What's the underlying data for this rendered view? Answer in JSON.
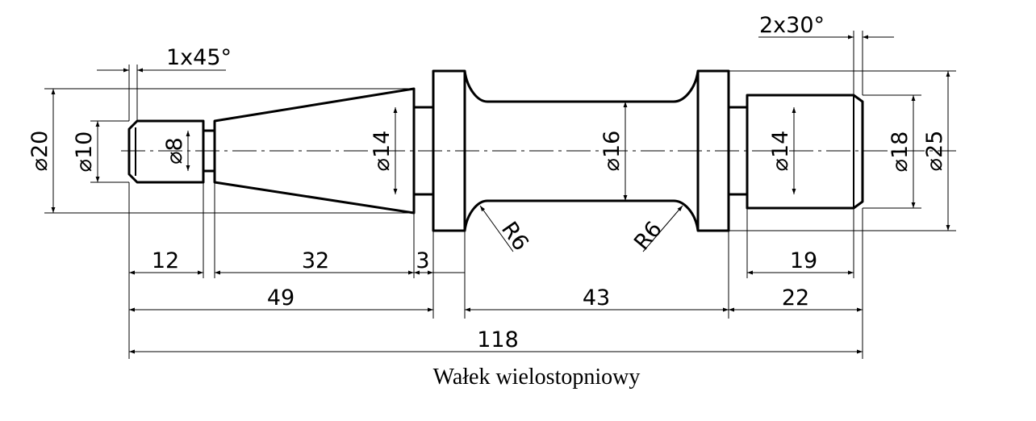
{
  "title": "Wałek wielostopniowy",
  "dimensions": {
    "diameters": {
      "d20": "⌀20",
      "d10": "⌀10",
      "d8": "⌀8",
      "d14_left": "⌀14",
      "d16": "⌀16",
      "d14_right": "⌀14",
      "d18": "⌀18",
      "d25": "⌀25"
    },
    "chamfers": {
      "left": "1x45°",
      "right": "2x30°"
    },
    "radii": {
      "left": "R6",
      "right": "R6"
    },
    "lengths": {
      "l12": "12",
      "l32": "32",
      "l3": "3",
      "l19": "19",
      "l49": "49",
      "l43": "43",
      "l22": "22",
      "l118": "118"
    }
  }
}
